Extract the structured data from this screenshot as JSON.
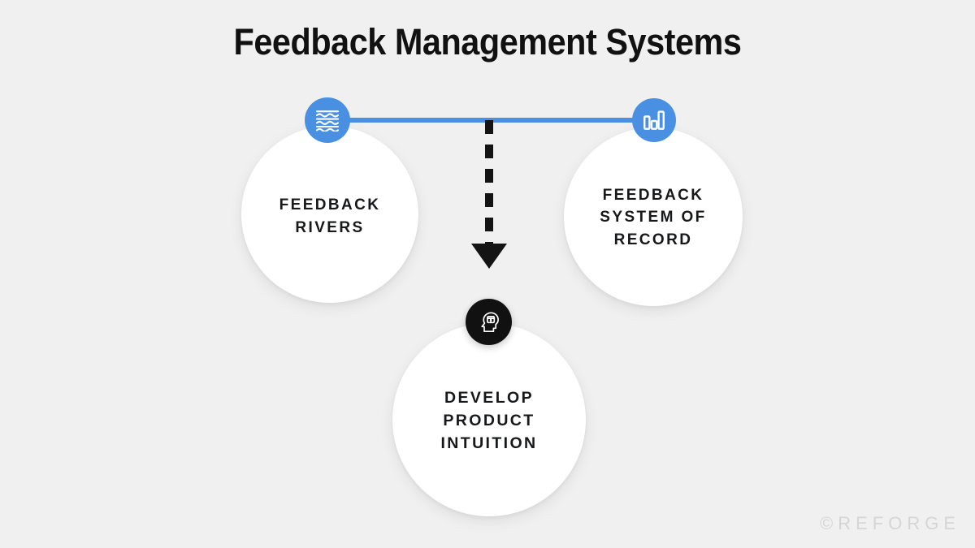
{
  "page": {
    "title": "Feedback Management Systems",
    "background_color": "#f0f0f0",
    "accent_color": "#4a90e2",
    "dark_color": "#111111",
    "text_color": "#17181a"
  },
  "diagram": {
    "type": "node-flow",
    "nodes": [
      {
        "id": "feedback-rivers",
        "label": "FEEDBACK\nRIVERS",
        "badge_icon": "waves-icon",
        "badge_color": "#4a90e2",
        "circle_color": "#ffffff"
      },
      {
        "id": "feedback-system-of-record",
        "label": "FEEDBACK\nSYSTEM OF\nRECORD",
        "badge_icon": "bar-chart-icon",
        "badge_color": "#4a90e2",
        "circle_color": "#ffffff"
      },
      {
        "id": "develop-product-intuition",
        "label": "DEVELOP\nPRODUCT\nINTUITION",
        "badge_icon": "head-brain-icon",
        "badge_color": "#111111",
        "circle_color": "#ffffff"
      }
    ],
    "connectors": [
      {
        "id": "rivers-to-record",
        "style": "solid",
        "color": "#4a90e2",
        "from": "feedback-rivers",
        "to": "feedback-system-of-record",
        "arrow": false
      },
      {
        "id": "midpoint-to-intuition",
        "style": "dashed",
        "color": "#141414",
        "from": "rivers-to-record",
        "to": "develop-product-intuition",
        "arrow": true
      }
    ]
  },
  "watermark": {
    "text": "©REFORGE"
  }
}
